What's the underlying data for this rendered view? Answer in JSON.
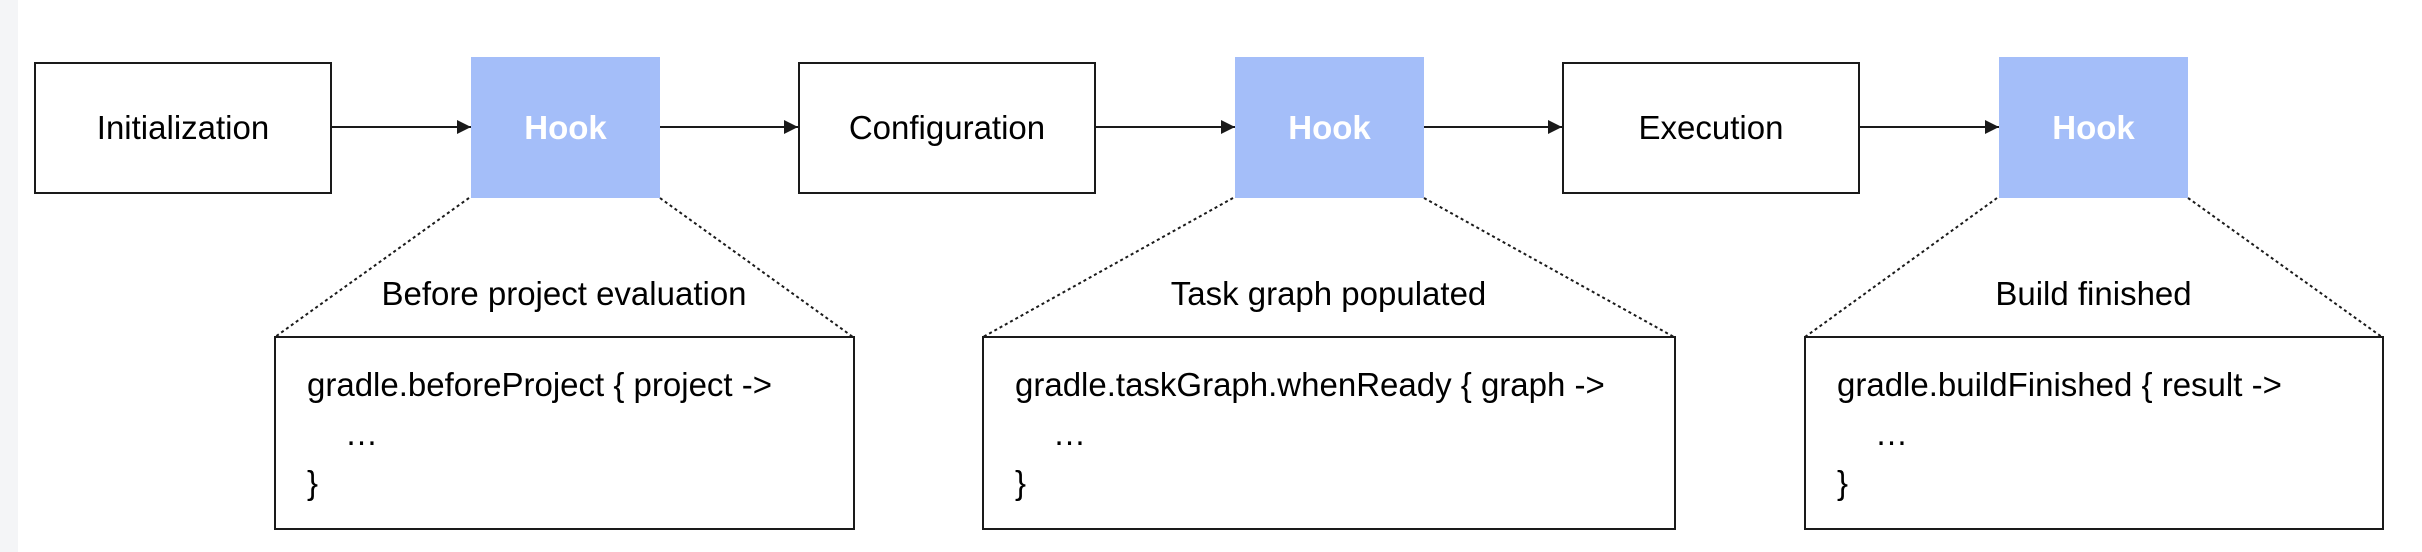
{
  "stages": [
    "Initialization",
    "Configuration",
    "Execution"
  ],
  "hook_label": "Hook",
  "colors": {
    "hook_fill": "#a4bef9",
    "line": "#1a1a1a"
  },
  "hooks": [
    {
      "caption": "Before project evaluation",
      "code": [
        "gradle.beforeProject { project ->",
        "…",
        "}"
      ]
    },
    {
      "caption": "Task graph populated",
      "code": [
        "gradle.taskGraph.whenReady { graph ->",
        "…",
        "}"
      ]
    },
    {
      "caption": "Build finished",
      "code": [
        "gradle.buildFinished { result ->",
        "…",
        "}"
      ]
    }
  ]
}
